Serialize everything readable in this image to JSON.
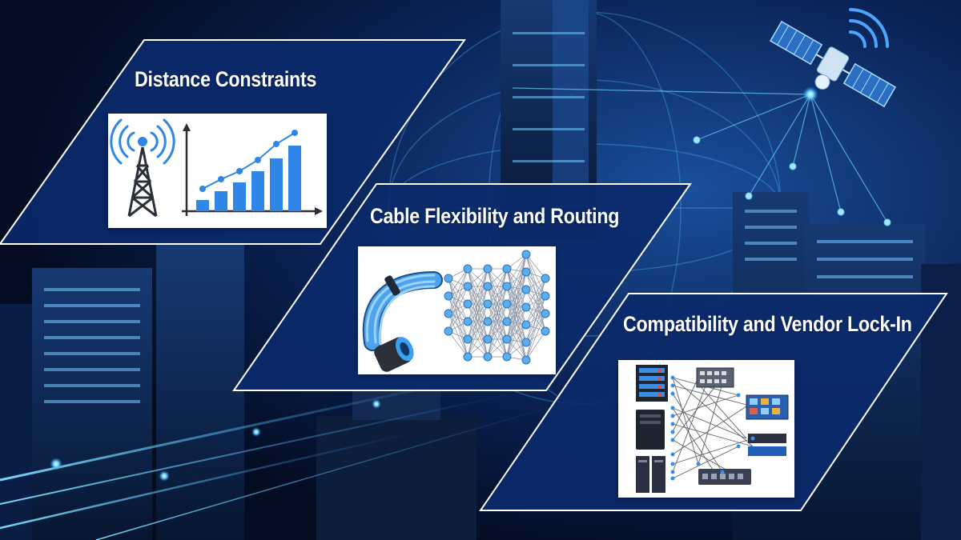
{
  "panels": [
    {
      "id": "distance",
      "title": "Distance Constraints",
      "illustration": "radio-tower-growth-chart"
    },
    {
      "id": "cable",
      "title": "Cable Flexibility and Routing",
      "illustration": "fiber-cable-mesh-network"
    },
    {
      "id": "compat",
      "title": "Compatibility and Vendor Lock-In",
      "illustration": "multi-vendor-hardware-interconnect"
    }
  ],
  "background": {
    "description_icons": [
      "satellite-icon",
      "globe-network-icon",
      "city-skyline"
    ]
  },
  "colors": {
    "panel_fill": "#0b2a6a",
    "panel_stroke": "#ffffff",
    "accent_blue": "#2f86e6",
    "glow_cyan": "#5fd0ff"
  }
}
